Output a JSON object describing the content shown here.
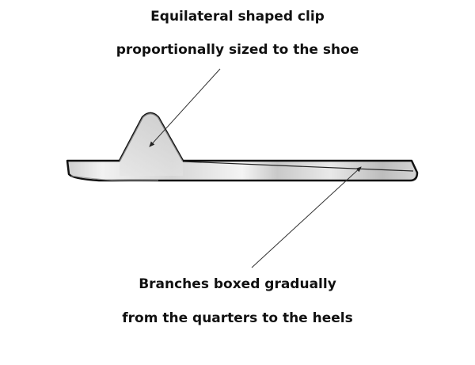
{
  "captions": {
    "top_line1": "Equilateral shaped clip",
    "top_line2": "proportionally sized to the shoe",
    "bottom_line1": "Branches boxed gradually",
    "bottom_line2": "from the quarters to the heels"
  }
}
